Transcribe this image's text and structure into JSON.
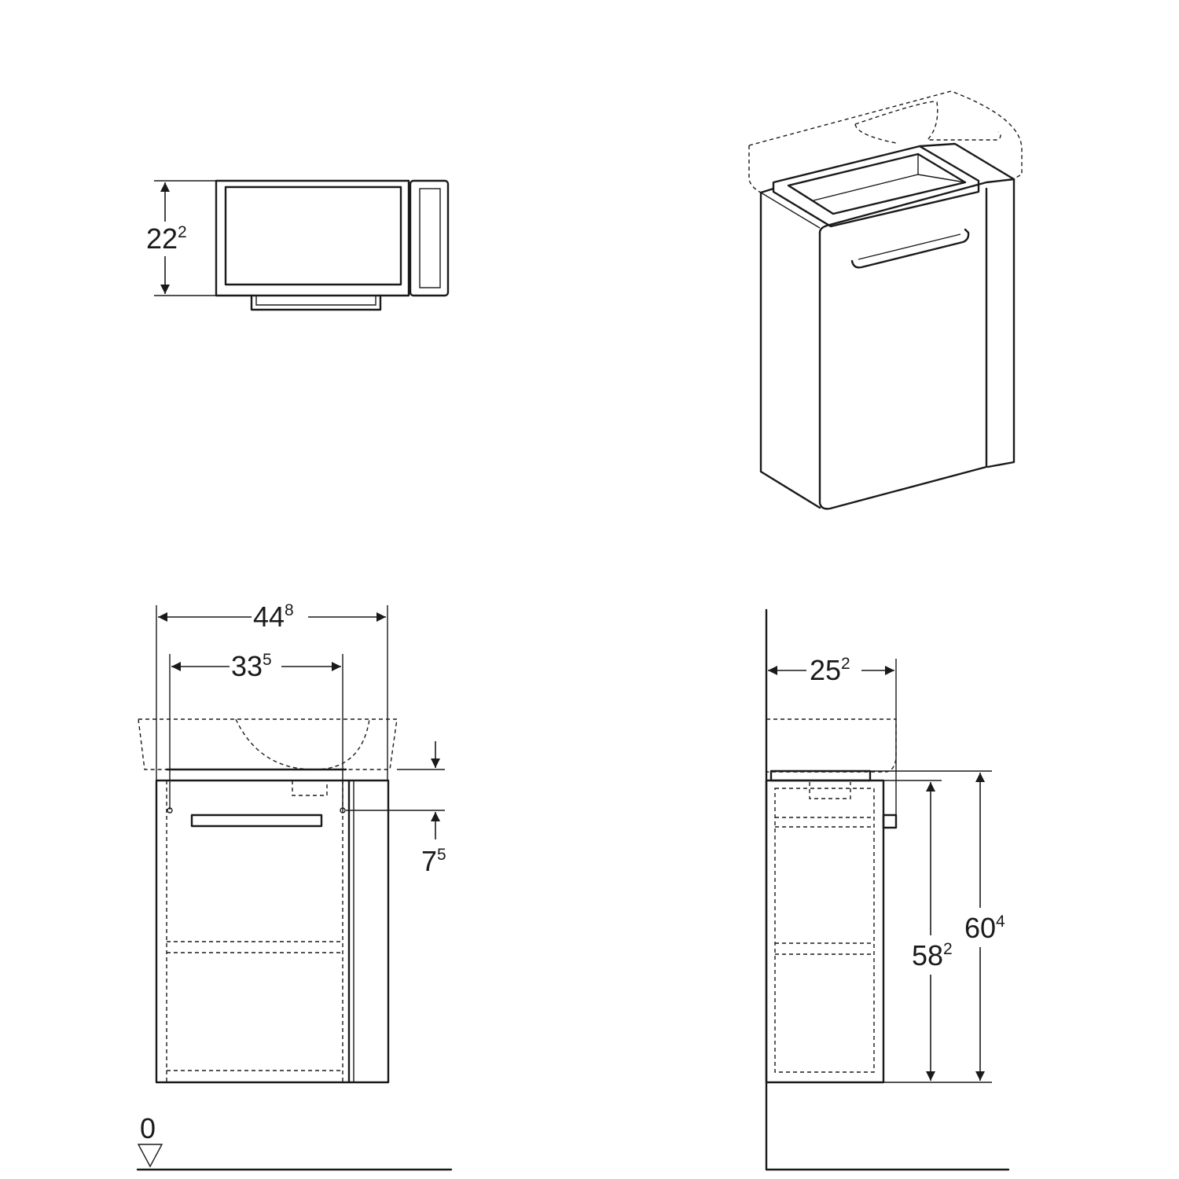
{
  "dimensions": {
    "top_view_depth": {
      "main": "22",
      "sup": "2"
    },
    "total_width": {
      "main": "44",
      "sup": "8"
    },
    "tap_hole_spacing": {
      "main": "33",
      "sup": "5"
    },
    "fixing_offset": {
      "main": "7",
      "sup": "5"
    },
    "side_depth": {
      "main": "25",
      "sup": "2"
    },
    "cabinet_height": {
      "main": "58",
      "sup": "2"
    },
    "overall_height": {
      "main": "60",
      "sup": "4"
    },
    "floor_level": {
      "main": "0"
    }
  },
  "colors": {
    "line": "#1a1a1a",
    "background": "#ffffff"
  }
}
